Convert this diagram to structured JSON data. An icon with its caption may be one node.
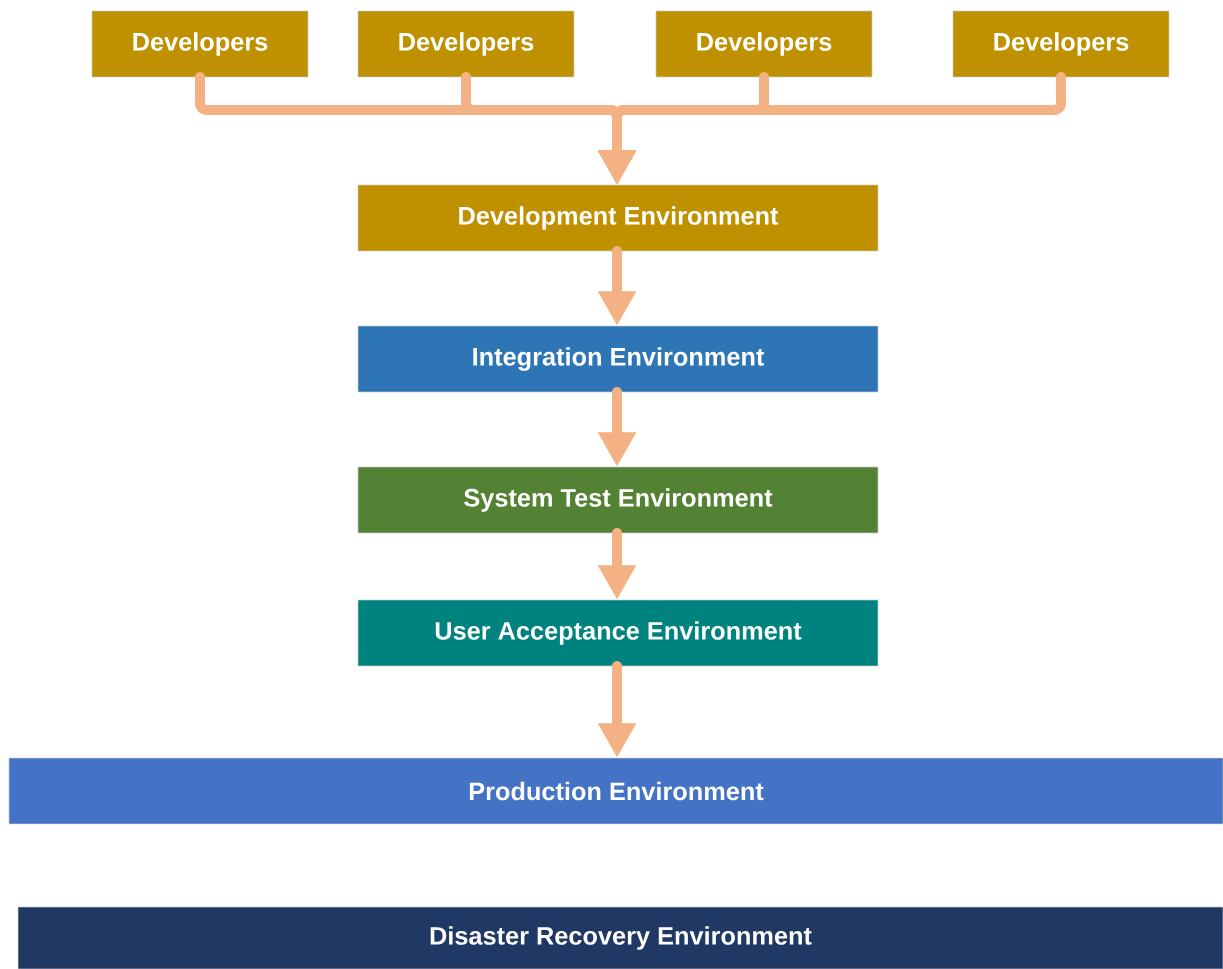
{
  "diagram": {
    "nodes": [
      {
        "text": [
          "Developers"
        ]
      },
      {
        "text": [
          "Developers"
        ]
      },
      {
        "text": [
          "Developers"
        ]
      },
      {
        "text": [
          "Developers"
        ]
      },
      {
        "text": [
          "Development Environment"
        ]
      },
      {
        "text": [
          "Integration Environment"
        ]
      },
      {
        "text": [
          "System Test Environment"
        ]
      },
      {
        "text": [
          "User Acceptance Environment"
        ]
      },
      {
        "text": [
          "Production Environment"
        ]
      },
      {
        "text": [
          "Disaster Recovery Environment"
        ]
      }
    ],
    "edges": [
      {
        "from": 0,
        "to": 4,
        "arrow": "to"
      },
      {
        "from": 1,
        "to": 4,
        "arrow": "to"
      },
      {
        "from": 2,
        "to": 4,
        "arrow": "to"
      },
      {
        "from": 3,
        "to": 4,
        "arrow": "to"
      },
      {
        "from": 4,
        "to": 5,
        "arrow": "to"
      },
      {
        "from": 5,
        "to": 6,
        "arrow": "to"
      },
      {
        "from": 6,
        "to": 7,
        "arrow": "to"
      },
      {
        "from": 7,
        "to": 8,
        "arrow": "to"
      }
    ]
  }
}
